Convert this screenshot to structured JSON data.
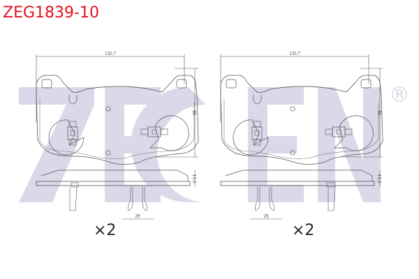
{
  "title": "ZEG1839-10",
  "watermark": {
    "text": "ZEKKEN",
    "registered_mark": "®",
    "color": "#d9d9ea"
  },
  "views": [
    {
      "id": "left",
      "dimensions": {
        "width": "135.7",
        "height": "81",
        "thickness": "15.3",
        "clip_spacing": "29"
      },
      "quantity": "×2"
    },
    {
      "id": "right",
      "dimensions": {
        "width": "135.7",
        "height": "81",
        "thickness": "15.3",
        "clip_spacing": "29"
      },
      "quantity": "×2"
    }
  ],
  "colors": {
    "title": "#e3101b",
    "line": "#555555",
    "watermark": "#d9d9ea"
  }
}
